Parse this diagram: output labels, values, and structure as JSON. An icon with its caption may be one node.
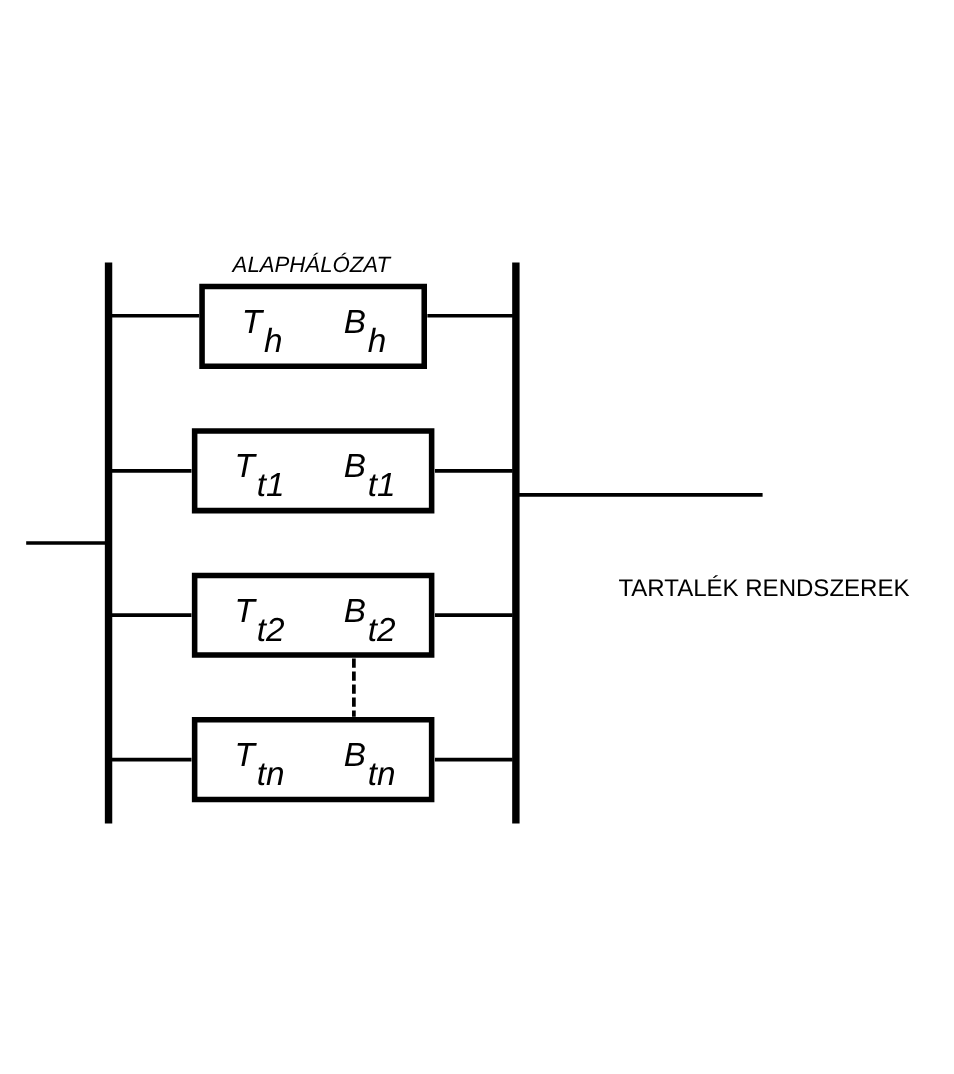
{
  "diagram": {
    "nodes": [
      {
        "text": [
          "ALAPHÁLÓZAT",
          "T$_{h}$",
          "B$_{h}$"
        ]
      },
      {
        "text": [
          "T$_{t1}$",
          "B$_{t1}$"
        ]
      },
      {
        "text": [
          "T$_{t2}$",
          "B$_{t2}$"
        ]
      },
      {
        "text": [
          "T$_{tn}$",
          "B$_{tn}$"
        ]
      },
      {
        "text": [],
        "shape": "bar"
      },
      {
        "text": [],
        "shape": "bar"
      }
    ],
    "edges": [
      {
        "from": null,
        "to": 4,
        "arrow": "none"
      },
      {
        "from": 4,
        "to": 0,
        "arrow": "none"
      },
      {
        "from": 4,
        "to": 1,
        "arrow": "none"
      },
      {
        "from": 4,
        "to": 2,
        "arrow": "none"
      },
      {
        "from": 4,
        "to": 3,
        "arrow": "none"
      },
      {
        "from": 0,
        "to": 5,
        "arrow": "none"
      },
      {
        "from": 1,
        "to": 5,
        "arrow": "none"
      },
      {
        "from": 2,
        "to": 5,
        "arrow": "none"
      },
      {
        "from": 3,
        "to": 5,
        "arrow": "none"
      },
      {
        "from": 5,
        "to": null,
        "arrow": "none"
      },
      {
        "from": 2,
        "to": 3,
        "arrow": "none",
        "style": "dashed"
      }
    ],
    "labels": [
      "TARTALÉK RENDSZEREK"
    ]
  }
}
